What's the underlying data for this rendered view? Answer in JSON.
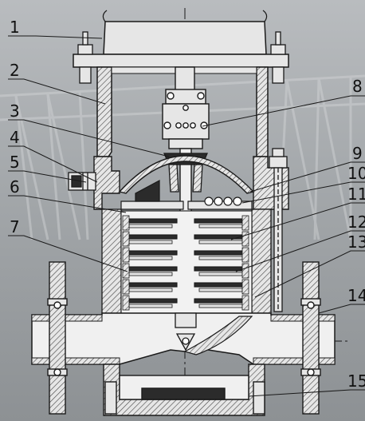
{
  "callouts": [
    {
      "id": "1",
      "label": "1"
    },
    {
      "id": "2",
      "label": "2"
    },
    {
      "id": "3",
      "label": "3"
    },
    {
      "id": "4",
      "label": "4"
    },
    {
      "id": "5",
      "label": "5"
    },
    {
      "id": "6",
      "label": "6"
    },
    {
      "id": "7",
      "label": "7"
    },
    {
      "id": "8",
      "label": "8"
    },
    {
      "id": "9",
      "label": "9"
    },
    {
      "id": "10",
      "label": "10"
    },
    {
      "id": "11",
      "label": "11"
    },
    {
      "id": "12",
      "label": "12"
    },
    {
      "id": "13",
      "label": "13"
    },
    {
      "id": "14",
      "label": "14"
    },
    {
      "id": "15",
      "label": "15"
    }
  ],
  "colors": {
    "background": "#a3a7aa",
    "line": "#1a1a1a",
    "section_fill": "#e6e6e6",
    "hatch": "#444444",
    "stage_dark": "#2b2b2b"
  }
}
